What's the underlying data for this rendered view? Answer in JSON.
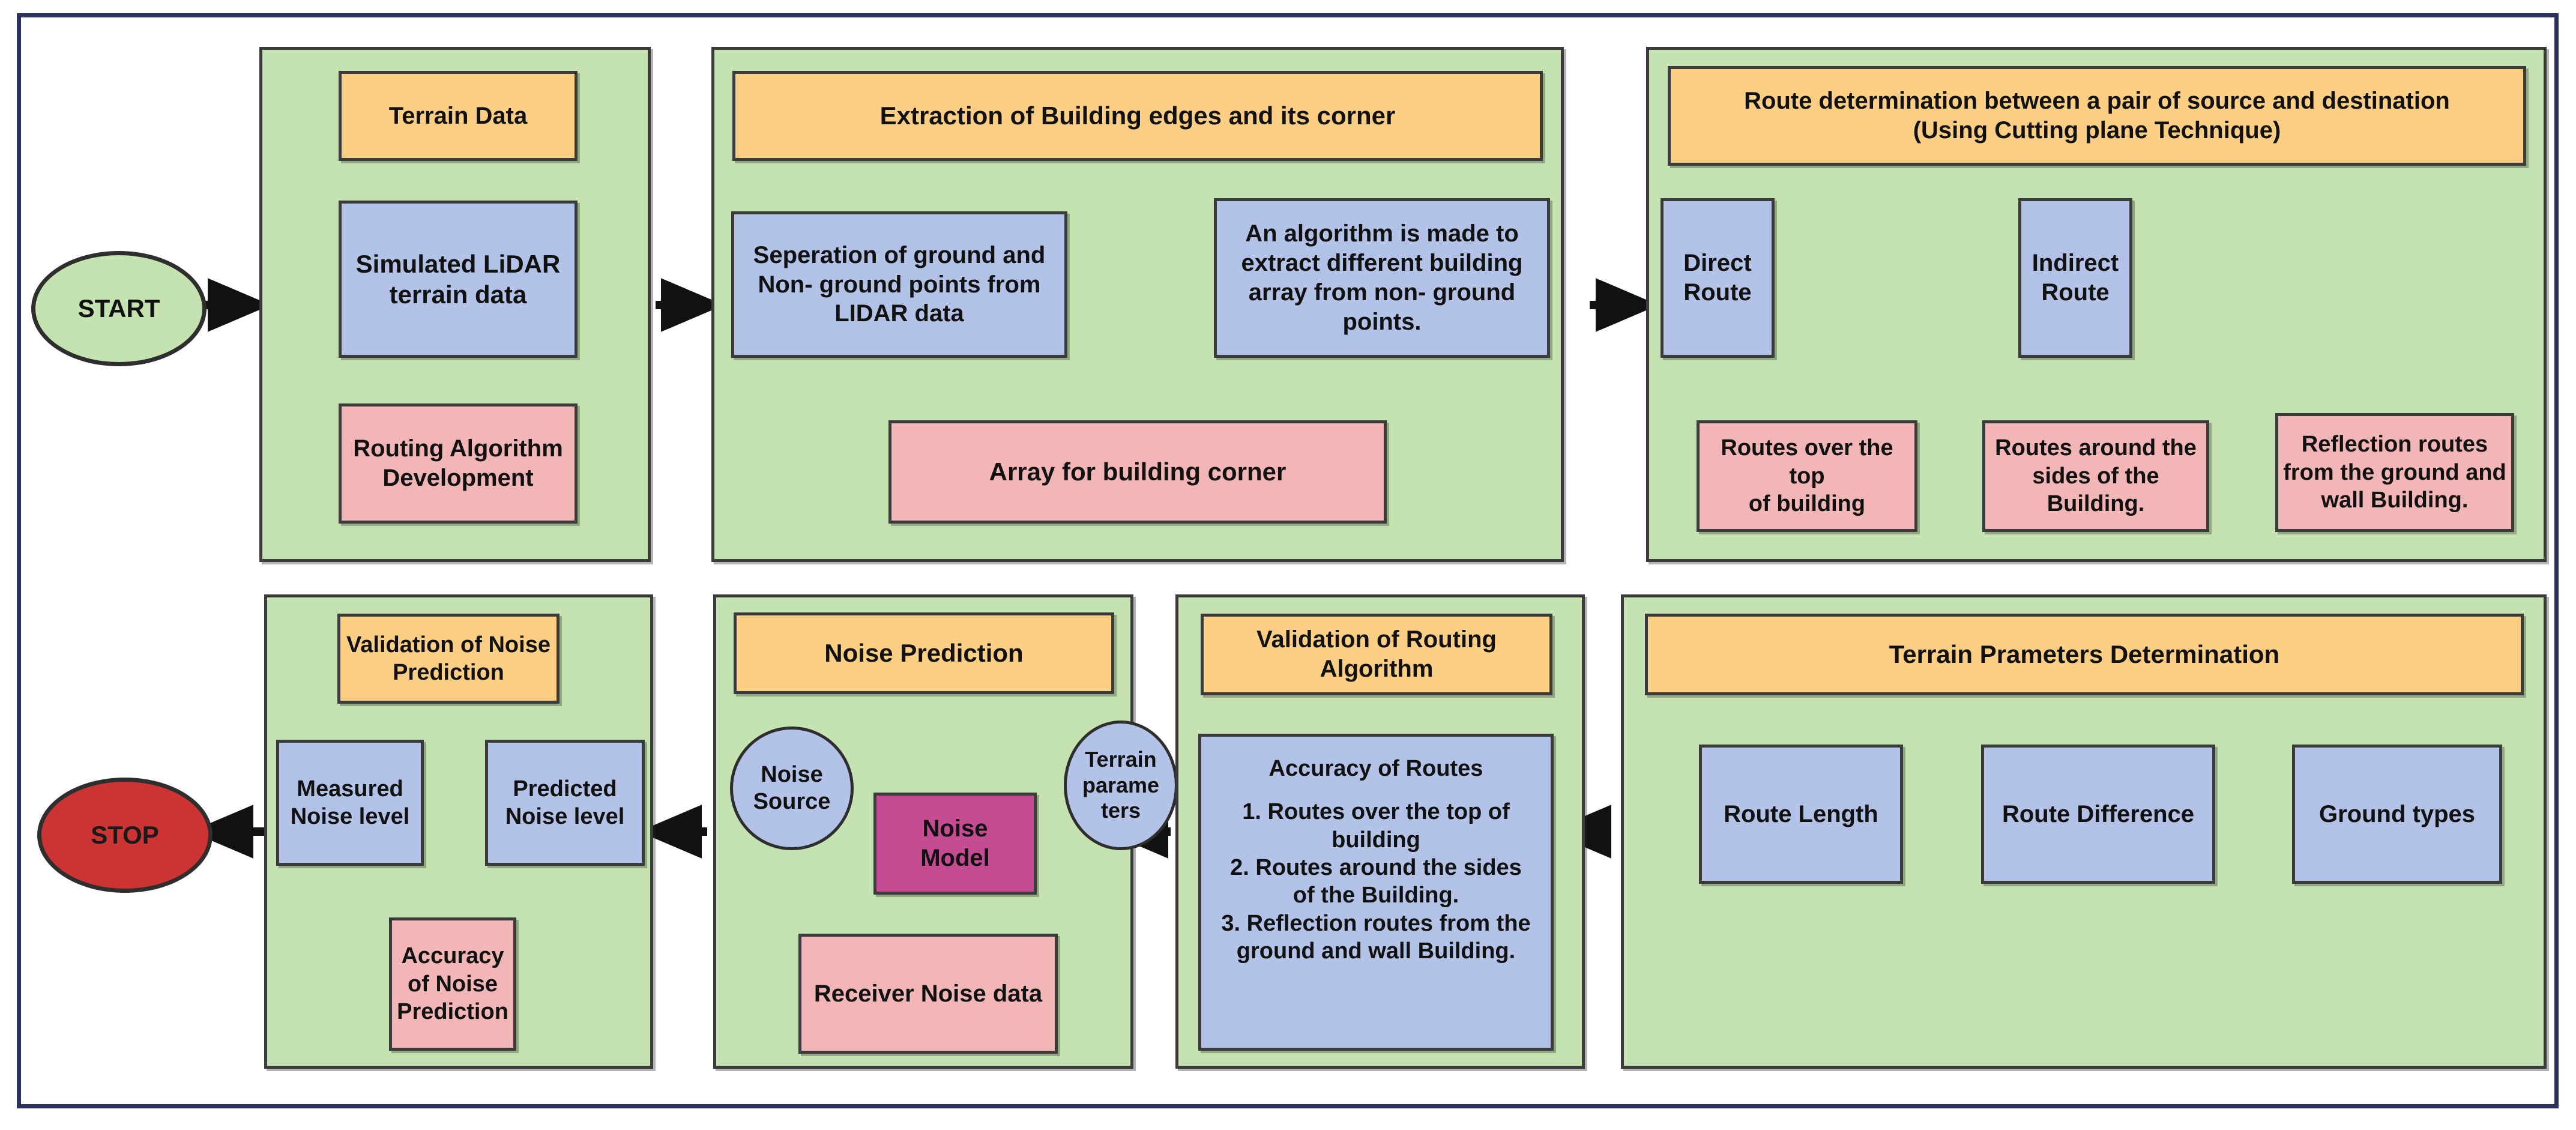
{
  "diagram": {
    "title": "LiDAR terrain noise prediction methodology flowchart",
    "palette": {
      "group_fill": "#c5e3b0",
      "header_fill": "#fccf84",
      "process_fill": "#b3c3e8",
      "output_fill": "#f2b6b6",
      "model_fill": "#c54c92",
      "start_fill": "#c5e3b0",
      "stop_fill": "#cc3333",
      "border": "#3b3b3b",
      "frame": "#2c3260"
    },
    "terminators": {
      "start": "START",
      "stop": "STOP"
    },
    "groups": [
      {
        "id": "terrain-data",
        "header": "Terrain Data",
        "nodes": [
          "Simulated LiDAR terrain data",
          "Routing Algorithm Development"
        ]
      },
      {
        "id": "building-edges",
        "header": "Extraction of Building edges and its corner",
        "nodes": [
          "Seperation of ground and Non- ground points from LIDAR data",
          "An algorithm is made to extract different building array  from non- ground points.",
          "Array for building corner"
        ]
      },
      {
        "id": "route-determination",
        "header_line1": "Route determination between a pair of source and destination",
        "header_line2": "(Using Cutting plane Technique)",
        "nodes": [
          "Direct Route",
          "Indirect Route",
          "Routes over the top of building",
          "Routes around the sides of the Building.",
          "Reflection routes from the ground and wall Building."
        ]
      },
      {
        "id": "validation-noise",
        "header": "Validation of Noise Prediction",
        "nodes": [
          "Measured Noise level",
          "Predicted Noise level",
          "Accuracy of Noise Prediction"
        ]
      },
      {
        "id": "noise-prediction",
        "header": "Noise Prediction",
        "nodes": [
          "Noise Source",
          "Terrain parameters",
          "Noise Model",
          "Receiver Noise data"
        ]
      },
      {
        "id": "validation-routing",
        "header_line1": "Validation of Routing",
        "header_line2": "Algorithm",
        "accuracy_title": "Accuracy of Routes",
        "accuracy_items": [
          "1. Routes over the top of building",
          "2. Routes around the sides of the Building.",
          "3. Reflection routes from the ground and wall Building."
        ]
      },
      {
        "id": "terrain-parameters",
        "header": "Terrain Prameters Determination",
        "nodes": [
          "Route Length",
          "Route Difference",
          "Ground types"
        ]
      }
    ]
  },
  "labels": {
    "g1_header": "Terrain Data",
    "g1_n1_l1": "Simulated LiDAR",
    "g1_n1_l2": "terrain data",
    "g1_n2_l1": "Routing Algorithm",
    "g1_n2_l2": "Development",
    "g2_header": "Extraction of Building edges and its corner",
    "g2_n1_l1": "Seperation of ground and",
    "g2_n1_l2": "Non- ground points from",
    "g2_n1_l3": "LIDAR data",
    "g2_n2_l1": "An algorithm is made to",
    "g2_n2_l2": "extract different building",
    "g2_n2_l3": "array  from non- ground",
    "g2_n2_l4": "points.",
    "g2_n3": "Array for building corner",
    "g3_header_l1": "Route determination between a pair of source and destination",
    "g3_header_l2": "(Using Cutting plane Technique)",
    "g3_n1_l1": "Direct",
    "g3_n1_l2": "Route",
    "g3_n2_l1": "Indirect",
    "g3_n2_l2": "Route",
    "g3_n3_l1": "Routes over the top",
    "g3_n3_l2": "of building",
    "g3_n4_l1": "Routes around the",
    "g3_n4_l2": "sides of the Building.",
    "g3_n5_l1": "Reflection routes",
    "g3_n5_l2": "from the ground and",
    "g3_n5_l3": "wall Building.",
    "g4_header_l1": "Validation of Noise",
    "g4_header_l2": "Prediction",
    "g4_n1_l1": "Measured",
    "g4_n1_l2": "Noise level",
    "g4_n2_l1": "Predicted",
    "g4_n2_l2": "Noise level",
    "g4_n3_l1": "Accuracy",
    "g4_n3_l2": "of Noise",
    "g4_n3_l3": "Prediction",
    "g5_header": "Noise Prediction",
    "g5_n1_l1": "Noise",
    "g5_n1_l2": "Source",
    "g5_n2_l1": "Terrain",
    "g5_n2_l2": "parame",
    "g5_n2_l3": "ters",
    "g5_n3_l1": "Noise",
    "g5_n3_l2": "Model",
    "g5_n4": "Receiver Noise data",
    "g6_header_l1": "Validation of Routing",
    "g6_header_l2": "Algorithm",
    "g6_acc_title": "Accuracy of Routes",
    "g6_acc_1a": "1. Routes over the top of",
    "g6_acc_1b": "building",
    "g6_acc_2a": "2. Routes around the sides",
    "g6_acc_2b": "of the Building.",
    "g6_acc_3a": "3. Reflection routes from the",
    "g6_acc_3b": "ground and wall Building.",
    "g7_header": "Terrain Prameters Determination",
    "g7_n1": "Route Length",
    "g7_n2": "Route Difference",
    "g7_n3": "Ground types",
    "start": "START",
    "stop": "STOP"
  }
}
